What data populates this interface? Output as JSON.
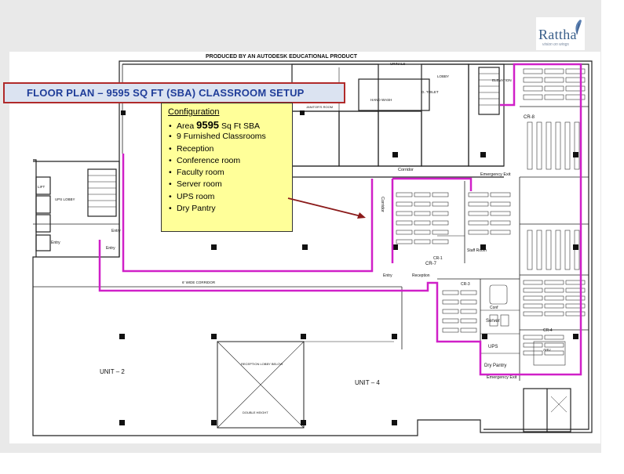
{
  "header": {
    "produced_by": "PRODUCED BY AN AUTODESK EDUCATIONAL PRODUCT",
    "title": "FLOOR PLAN –  9595 SQ FT (SBA)  CLASSROOM SETUP"
  },
  "logo": {
    "name": "Rattha",
    "tagline": "vision on wings"
  },
  "configuration": {
    "heading": "Configuration",
    "items": [
      {
        "prefix": "Area ",
        "highlight": "9595",
        "suffix": " Sq Ft SBA"
      },
      {
        "prefix": "9 Furnished Classrooms",
        "highlight": "",
        "suffix": ""
      },
      {
        "prefix": "Reception",
        "highlight": "",
        "suffix": ""
      },
      {
        "prefix": "Conference room",
        "highlight": "",
        "suffix": ""
      },
      {
        "prefix": "Faculty room",
        "highlight": "",
        "suffix": ""
      },
      {
        "prefix": "Server room",
        "highlight": "",
        "suffix": ""
      },
      {
        "prefix": "UPS room",
        "highlight": "",
        "suffix": ""
      },
      {
        "prefix": "Dry Pantry",
        "highlight": "",
        "suffix": ""
      }
    ]
  },
  "rooms": {
    "unit2": "UNIT – 2",
    "unit4": "UNIT – 4",
    "cr8": "CR-8",
    "cr7": "CR-7",
    "cr1": "CR-1",
    "cr3": "CR-3",
    "cr4": "CR-4",
    "staff_room": "Staff Room",
    "reception": "Reception",
    "conf": "Conf",
    "server": "Server",
    "ups": "UPS",
    "dry_pantry": "Dry Pantry",
    "emergency_exit_top": "Emergency Exit",
    "emergency_exit_bottom": "Emergency Exit",
    "corridor": "Corridor",
    "corridor_vertical": "Corridor",
    "wide_corridor": "6' WIDE CORRIDOR",
    "entry_left": "Entry",
    "entry_left2": "Entry",
    "entry_center": "Entry",
    "entry_reception": "Entry",
    "elevation": "ELEVATION",
    "urinals": "URINALS",
    "lobby": "LOBBY",
    "hand_wash": "HAND WASH",
    "g_toilet": "G. TOILET",
    "janitors_room": "JANITOR'S ROOM",
    "ups_lobby": "UPS LOBBY",
    "lift": "LIFT",
    "reception_lobby": "RECEPTION LOBBY BELOW",
    "double_height": "DOUBLE HEIGHT",
    "ahu": "AHU"
  },
  "colors": {
    "boundary": "#d020c8",
    "title_border": "#b02a2a",
    "title_text": "#1f3d99",
    "config_bg": "#ffff99",
    "arrow": "#8b1a1a"
  }
}
